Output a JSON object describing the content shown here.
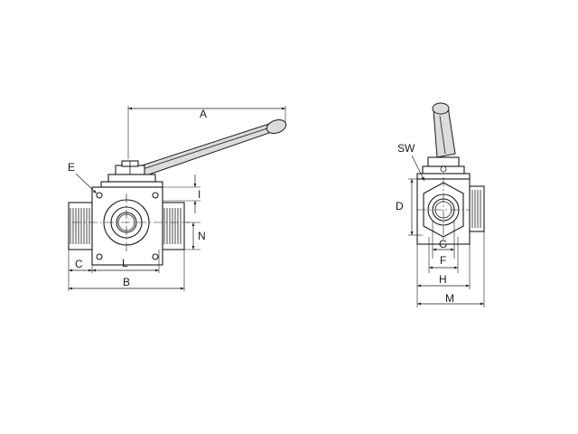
{
  "labels": {
    "A": "A",
    "E": "E",
    "I": "I",
    "N": "N",
    "C": "C",
    "L": "L",
    "B": "B",
    "SW": "SW",
    "D": "D",
    "G": "G",
    "F": "F",
    "H": "H",
    "M": "M"
  },
  "colors": {
    "line": "#1a1a1a",
    "shade": "#dcdcdc",
    "background": "#ffffff"
  }
}
